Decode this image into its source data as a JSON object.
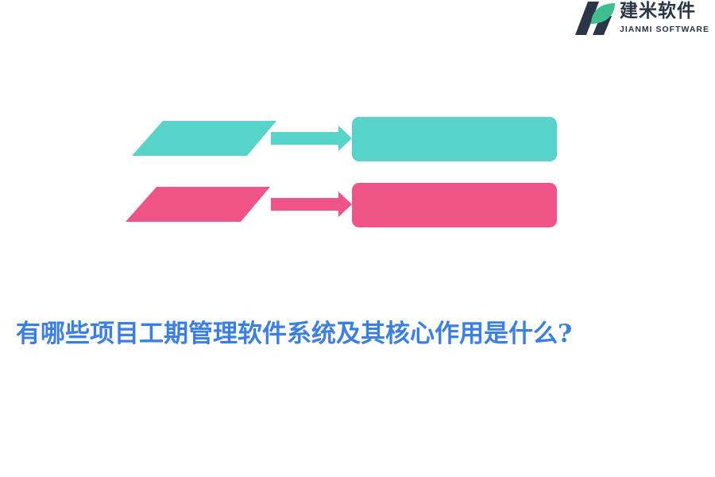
{
  "logo": {
    "name": "建米软件",
    "subtitle": "JIANMI SOFTWARE",
    "mark_colors": {
      "dark": "#2a3545",
      "accent": "#3fbf8f"
    }
  },
  "diagram": {
    "rows": [
      {
        "color": "#57d3c9",
        "label": ""
      },
      {
        "color": "#ee5586",
        "label": ""
      }
    ]
  },
  "headline": "有哪些项目工期管理软件系统及其核心作用是什么?"
}
